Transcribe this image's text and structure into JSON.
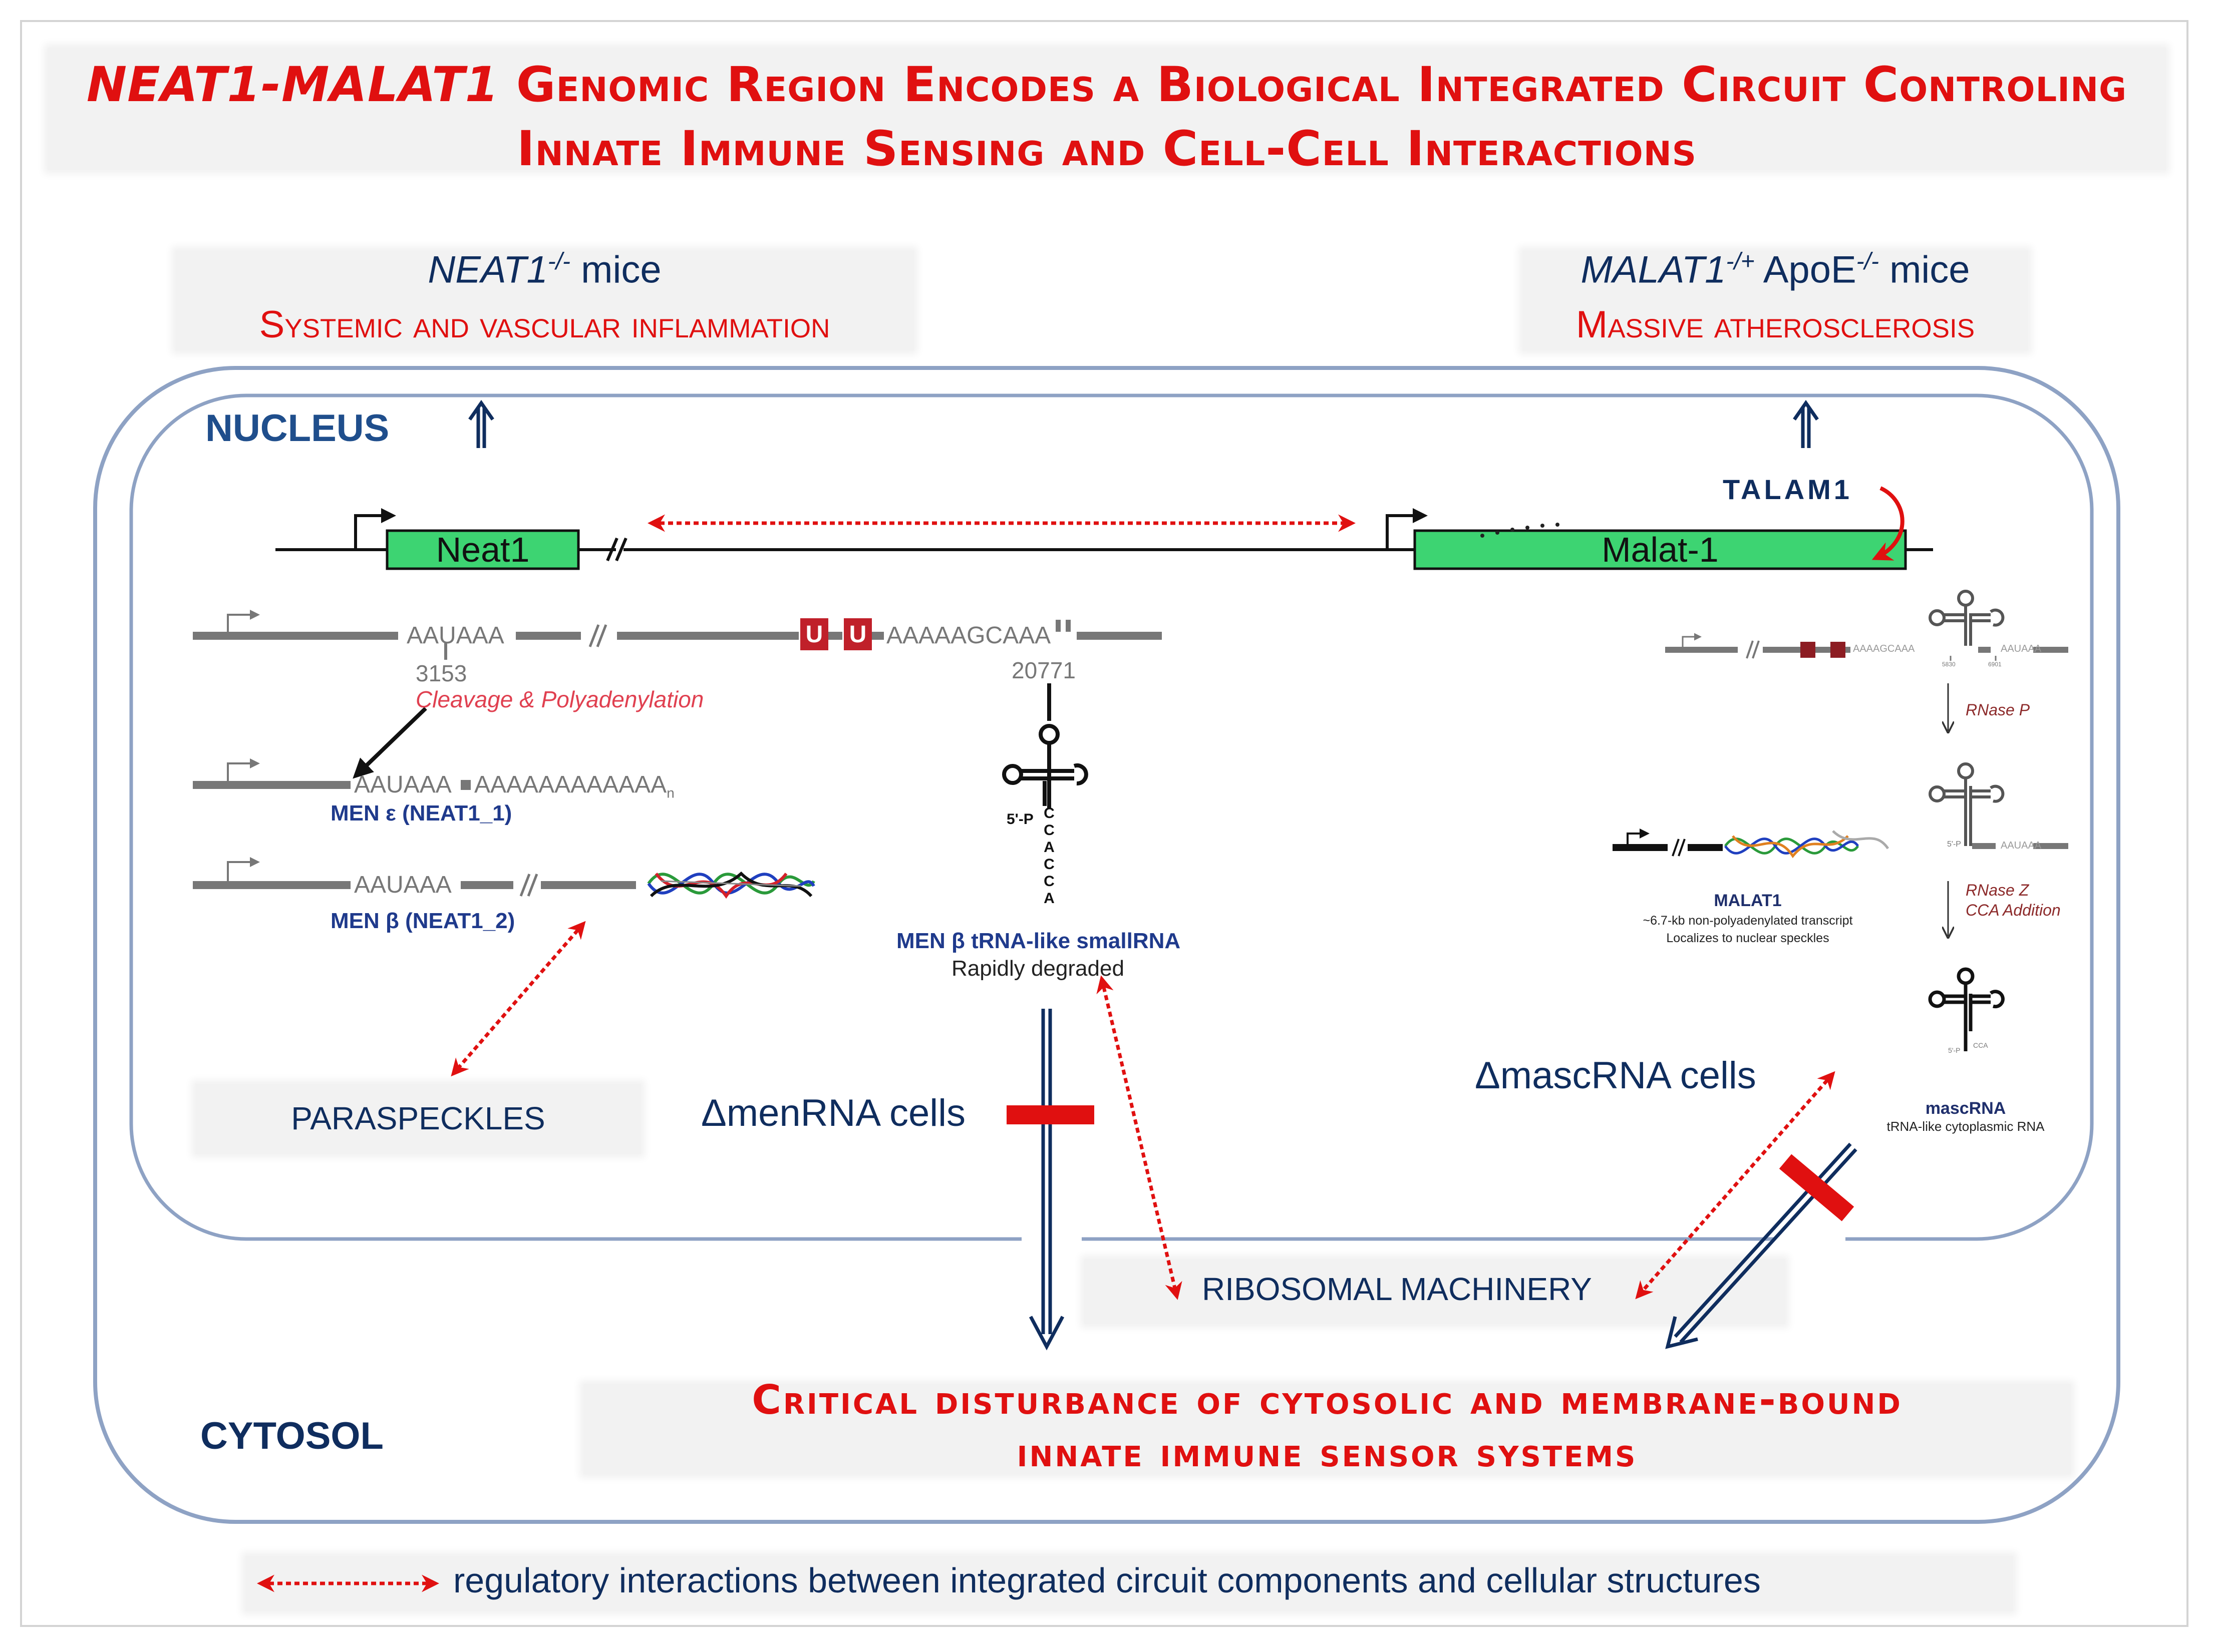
{
  "title": {
    "line1_gene": "NEAT1-MALAT1",
    "line1_rest": "Genomic Region Encodes a Biological Integrated Circuit Controling",
    "line2": "Innate Immune Sensing and Cell-Cell Interactions"
  },
  "left_phenotype": {
    "gene": "NEAT1",
    "superscript": "-/-",
    "suffix": " mice",
    "effect": "Systemic and vascular inflammation"
  },
  "right_phenotype": {
    "gene": "MALAT1",
    "superscript": "-/+",
    "middle": " ApoE",
    "superscript2": "-/-",
    "suffix": " mice",
    "effect": "Massive atherosclerosis"
  },
  "compartments": {
    "nucleus": "NUCLEUS",
    "cytosol": "CYTOSOL"
  },
  "genes": {
    "neat1": "Neat1",
    "malat1": "Malat-1",
    "talam1": "TALAM1",
    "break_mark": "//"
  },
  "neat1_panel": {
    "signal": "AAUAAA",
    "u1": "U",
    "u2": "U",
    "motif": "AAAAAGCAAA",
    "pos1": "3153",
    "pos2": "20771",
    "cleavage": "Cleavage & Polyadenylation",
    "polya": "AAAAAAAAAAAA",
    "polya_n": "n",
    "men_e": "MEN ε (NEAT1_1)",
    "men_b": "MEN β (NEAT1_2)",
    "five_p": "5'-P",
    "cca_tail": [
      "C",
      "C",
      "A",
      "C",
      "C",
      "A"
    ],
    "trna_name": "MEN β tRNA-like smallRNA",
    "trna_fate": "Rapidly degraded"
  },
  "malat1_panel": {
    "motif": "AAAAGCAAA",
    "signal": "AAUAAA",
    "pos1": "5830",
    "pos2": "6901",
    "rnase_p": "RNase P",
    "rnase_z": "RNase Z",
    "cca_add": "CCA Addition",
    "five_p": "5'-P",
    "malat1_name": "MALAT1",
    "malat1_desc1": "~6.7-kb non-polyadenylated transcript",
    "malat1_desc2": "Localizes to nuclear speckles",
    "masc_name": "mascRNA",
    "masc_desc": "tRNA-like cytoplasmic RNA",
    "cca": "CCA"
  },
  "labels": {
    "paraspeckles": "PARASPECKLES",
    "menrna_cells": "ΔmenRNA cells",
    "mascrna_cells": "ΔmascRNA cells",
    "ribosomal": "RIBOSOMAL MACHINERY",
    "critical_1": "Critical disturbance of cytosolic and membrane-bound",
    "critical_2": "innate immune sensor systems"
  },
  "legend": {
    "text": "regulatory interactions between integrated circuit components and cellular structures"
  },
  "colors": {
    "red": "#e01010",
    "navy": "#0f2d5e",
    "gene_green": "#3dd472",
    "u_box": "#c0202a",
    "gray": "#7a7a7a",
    "cell_outline": "#8ea2c4"
  }
}
